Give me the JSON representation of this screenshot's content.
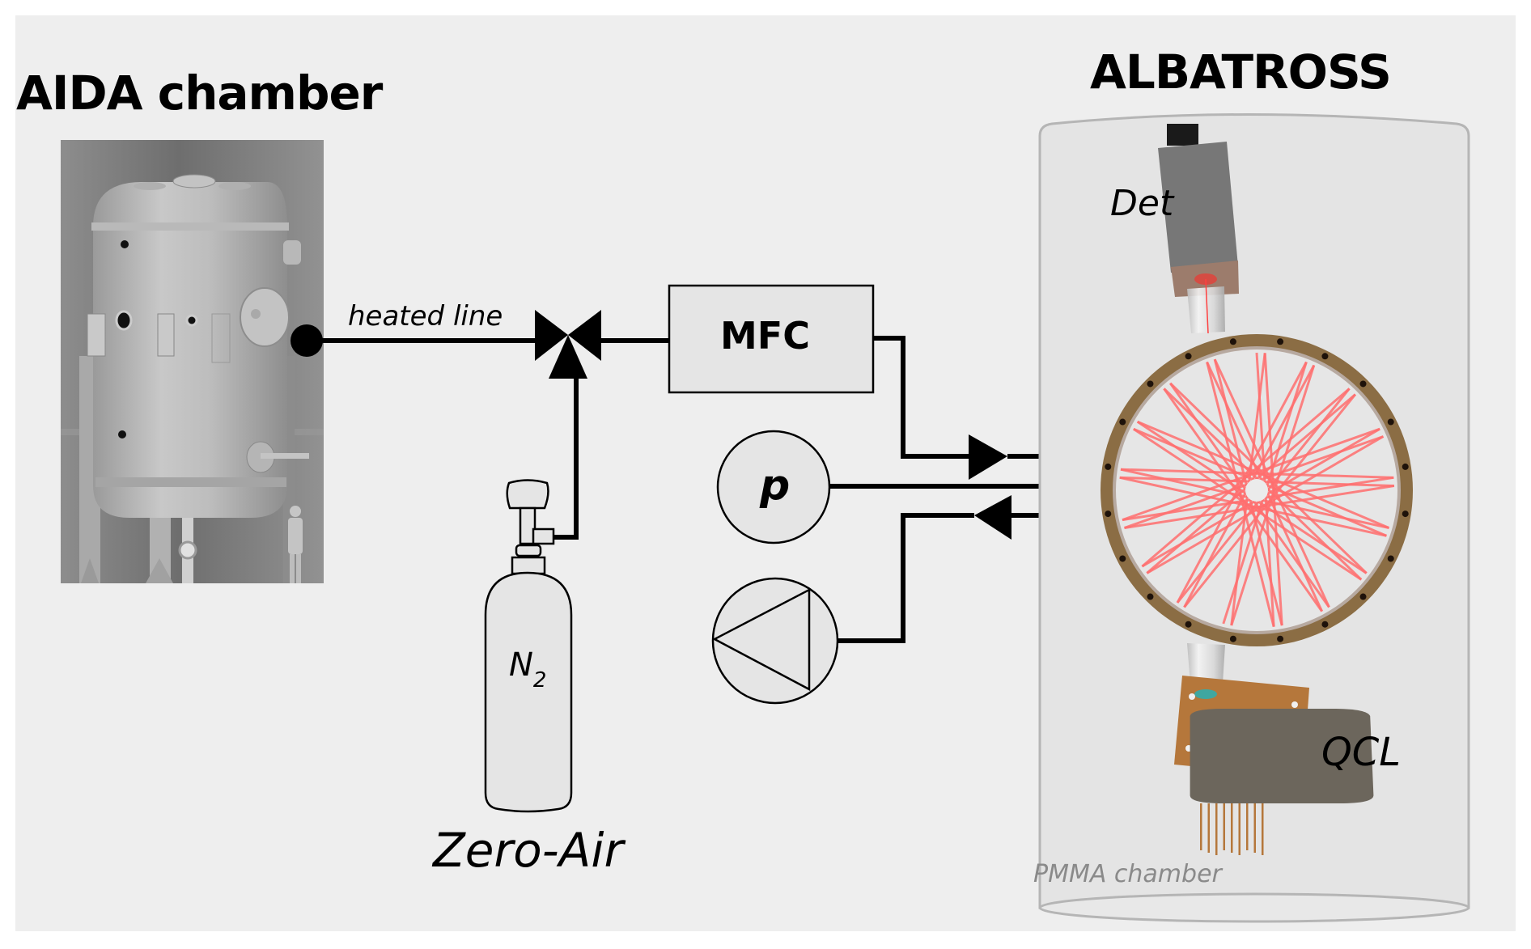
{
  "figure": {
    "left_section": {
      "title": "AIDA chamber",
      "image": "aida-chamber-render"
    },
    "right_section": {
      "title": "ALBATROSS",
      "enclosure_label": "PMMA chamber",
      "components": {
        "detector": "Det",
        "laser": "QCL",
        "cell": "multipass-ring-cell"
      }
    },
    "flow_path": {
      "line_label": "heated line",
      "valve": "three-way-valve",
      "flow_controller": "MFC",
      "pressure_sensor": "p",
      "pump": "pump",
      "gas_cylinder": {
        "formula_main": "N",
        "formula_sub": "2",
        "label": "Zero-Air"
      }
    },
    "colors": {
      "background": "#eeeeee",
      "component_fill": "#e5e5e5",
      "line": "#000000",
      "ring": "#8b6d44",
      "laser_beam": "#ff6f6f",
      "enclosure": "#b5b5b5",
      "copper": "#b5773b",
      "qcl_body": "#6c665c",
      "detector_body": "#787878"
    }
  }
}
